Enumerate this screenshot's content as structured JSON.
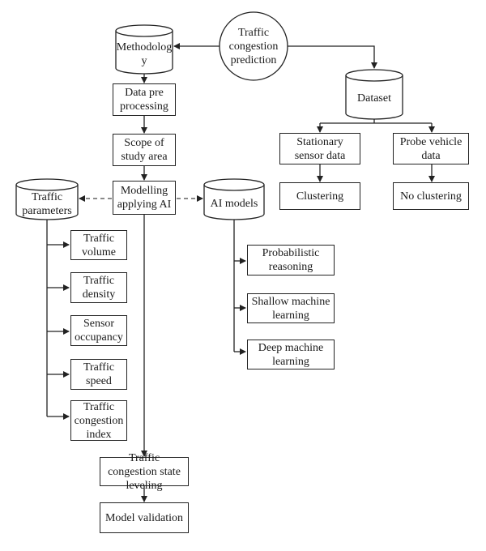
{
  "nodes": {
    "traffic_congestion_prediction": "Traffic congestion prediction",
    "methodology": "Methodology",
    "data_pre_processing": "Data pre processing",
    "scope_of_study_area": "Scope of study area",
    "modelling_applying_ai": "Modelling applying AI",
    "traffic_parameters": "Traffic parameters",
    "ai_models": "AI models",
    "dataset": "Dataset",
    "stationary_sensor_data": "Stationary sensor data",
    "probe_vehicle_data": "Probe vehicle data",
    "clustering": "Clustering",
    "no_clustering": "No clustering",
    "traffic_volume": "Traffic volume",
    "traffic_density": "Traffic density",
    "sensor_occupancy": "Sensor occupancy",
    "traffic_speed": "Traffic speed",
    "traffic_congestion_index": "Traffic congestion index",
    "probabilistic_reasoning": "Probabilistic reasoning",
    "shallow_machine_learning": "Shallow machine learning",
    "deep_machine_learning": "Deep machine learning",
    "traffic_congestion_state_leveling": "Traffic congestion state leveling",
    "model_validation": "Model validation"
  }
}
